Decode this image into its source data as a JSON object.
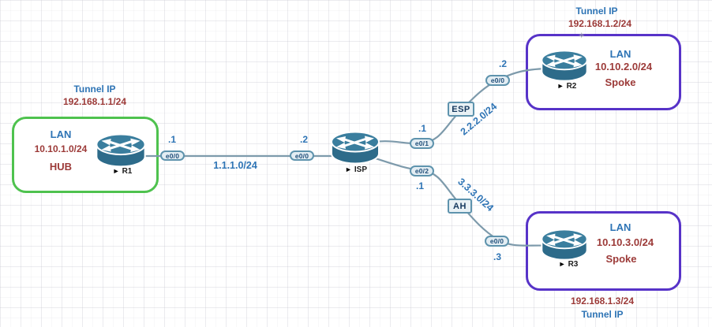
{
  "hub": {
    "tunnel_label": "Tunnel IP",
    "tunnel_ip": "192.168.1.1/24",
    "lan_label": "LAN",
    "lan_subnet": "10.10.1.0/24",
    "role": "HUB",
    "router_name": "R1"
  },
  "isp": {
    "router_name": "ISP"
  },
  "spoke_r2": {
    "tunnel_label": "Tunnel IP",
    "tunnel_ip": "192.168.1.2/24",
    "lan_label": "LAN",
    "lan_subnet": "10.10.2.0/24",
    "role": "Spoke",
    "router_name": "R2"
  },
  "spoke_r3": {
    "tunnel_label": "Tunnel IP",
    "tunnel_ip": "192.168.1.3/24",
    "lan_label": "LAN",
    "lan_subnet": "10.10.3.0/24",
    "role": "Spoke",
    "router_name": "R3"
  },
  "link_r1_isp": {
    "subnet": "1.1.1.0/24",
    "r1_port": "e0/0",
    "r1_addr": ".1",
    "isp_port": "e0/0",
    "isp_addr": ".2"
  },
  "link_isp_r2": {
    "tag": "ESP",
    "subnet": "2.2.2.0/24",
    "isp_port": "e0/1",
    "isp_addr": ".1",
    "r2_port": "e0/0",
    "r2_addr": ".2"
  },
  "link_isp_r3": {
    "tag": "AH",
    "subnet": "3.3.3.0/24",
    "isp_port": "e0/2",
    "isp_addr": ".1",
    "r3_port": "e0/0",
    "r3_addr": ".3"
  },
  "icons": {
    "play": "►",
    "cursor_artifact": "✧"
  },
  "colors": {
    "label_blue": "#2e74b5",
    "label_red": "#9c3a38",
    "hub_border_green": "#4ec24e",
    "spoke_border_purple": "#5733c8",
    "wire": "#7d9aab",
    "router_body": "#2d6b8a",
    "router_top": "#3a7e9e"
  }
}
